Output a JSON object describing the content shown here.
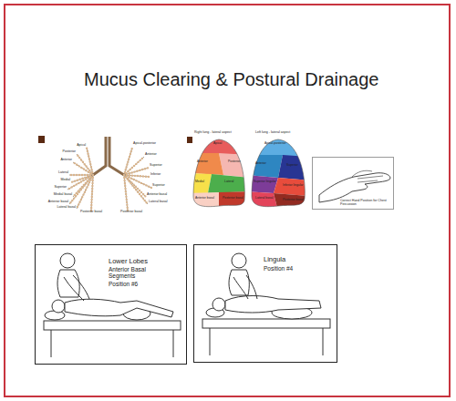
{
  "diagram": {
    "title": "Mucus Clearing & Postural Drainage",
    "nodes": [
      {
        "text": [
          "Correct Hand Position for Chest Percussion"
        ]
      },
      {
        "text": [
          "Lower Lobes",
          "Anterior Basal Segments",
          "Position #6"
        ]
      },
      {
        "text": [
          "Lingula",
          "Position #4"
        ]
      }
    ],
    "labels": [
      "Apical",
      "Posterior",
      "Anterior",
      "Lateral",
      "Medial",
      "Superior",
      "Medial basal",
      "Anterior basal",
      "Lateral basal",
      "Posterior basal",
      "Apical-posterior",
      "Anterior",
      "Superior",
      "Inferior",
      "Superior",
      "Anterior basal",
      "Lateral basal",
      "Posterior basal",
      "Right lung - lateral aspect",
      "Left lung - lateral aspect",
      "Apical",
      "Posterior",
      "Anterior",
      "Medial",
      "Lateral",
      "Anterior basal",
      "Posterior basal",
      "Apical-posterior",
      "Anterior",
      "Superior",
      "Superior lingular",
      "Inferior lingular",
      "Lateral basal",
      "Posterior basal"
    ]
  }
}
